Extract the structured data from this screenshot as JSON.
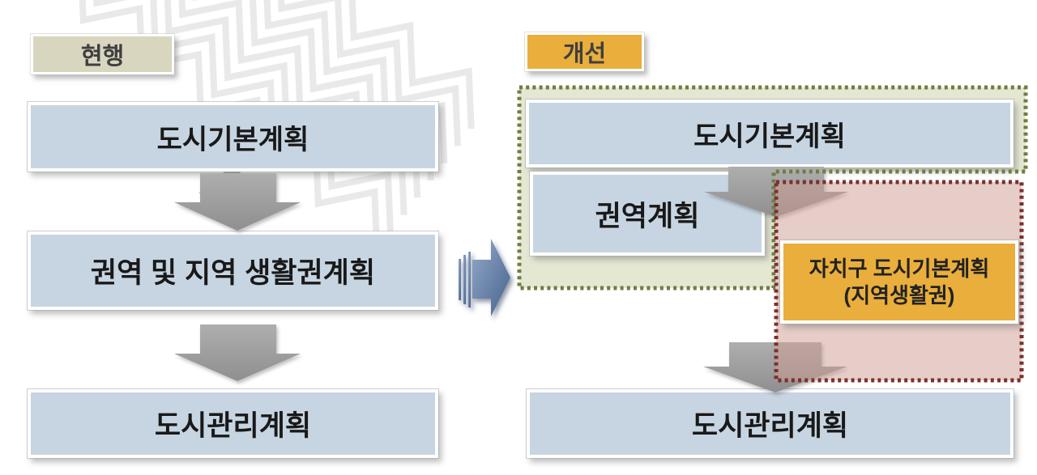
{
  "diagram": {
    "current": {
      "label": "현행",
      "master_plan": "도시기본계획",
      "living_area_plan": "권역 및 지역 생활권계획",
      "management_plan": "도시관리계획"
    },
    "improved": {
      "label": "개선",
      "master_plan": "도시기본계획",
      "region_plan": "권역계획",
      "district_plan_line1": "자치구 도시기본계획",
      "district_plan_line2": "(지역생활권)",
      "management_plan": "도시관리계획"
    },
    "icons": {
      "flow": "down-arrow-icon",
      "transition": "right-arrow-icon"
    },
    "colors": {
      "plan_box_blue": "#c7d5e2",
      "current_label_beige": "#d8d6bf",
      "improved_label_orange": "#e9ae3c",
      "green_zone_fill": "#e4e8d3",
      "green_zone_dot": "#6f7d41",
      "red_zone_fill": "#cd9b91",
      "red_zone_dot": "#7d2f2b",
      "flow_arrow_gray": "#a0a0a0",
      "transition_arrow_blue": "#4a6691"
    }
  }
}
